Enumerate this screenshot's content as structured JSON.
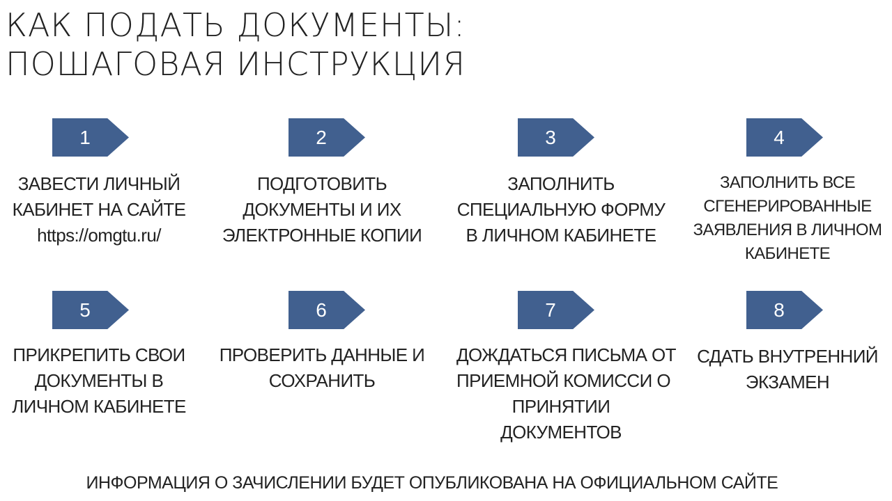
{
  "title": {
    "line1": "КАК ПОДАТЬ ДОКУМЕНТЫ:",
    "line2": "ПОШАГОВАЯ ИНСТРУКЦИЯ"
  },
  "accent_color": "#41608f",
  "steps": [
    {
      "number": "1",
      "lines": [
        "ЗАВЕСТИ ЛИЧНЫЙ",
        "КАБИНЕТ НА САЙТЕ",
        "https://omgtu.ru/"
      ]
    },
    {
      "number": "2",
      "lines": [
        "ПОДГОТОВИТЬ",
        "ДОКУМЕНТЫ И ИХ",
        "ЭЛЕКТРОННЫЕ КОПИИ"
      ]
    },
    {
      "number": "3",
      "lines": [
        "ЗАПОЛНИТЬ",
        "СПЕЦИАЛЬНУЮ ФОРМУ",
        "В ЛИЧНОМ КАБИНЕТЕ"
      ]
    },
    {
      "number": "4",
      "lines": [
        "ЗАПОЛНИТЬ ВСЕ",
        "СГЕНЕРИРОВАННЫЕ",
        "ЗАЯВЛЕНИЯ В ЛИЧНОМ",
        "КАБИНЕТЕ"
      ]
    },
    {
      "number": "5",
      "lines": [
        "ПРИКРЕПИТЬ СВОИ",
        "ДОКУМЕНТЫ В",
        "ЛИЧНОМ КАБИНЕТЕ"
      ]
    },
    {
      "number": "6",
      "lines": [
        "ПРОВЕРИТЬ ДАННЫЕ И",
        "СОХРАНИТЬ"
      ]
    },
    {
      "number": "7",
      "lines": [
        "ДОЖДАТЬСЯ ПИСЬМА ОТ",
        "ПРИЕМНОЙ КОМИССИ О",
        "ПРИНЯТИИ",
        "ДОКУМЕНТОВ"
      ]
    },
    {
      "number": "8",
      "lines": [
        "СДАТЬ ВНУТРЕННИЙ",
        "ЭКЗАМЕН"
      ]
    }
  ],
  "footer": "ИНФОРМАЦИЯ О ЗАЧИСЛЕНИИ БУДЕТ ОПУБЛИКОВАНА НА ОФИЦИАЛЬНОМ САЙТЕ"
}
